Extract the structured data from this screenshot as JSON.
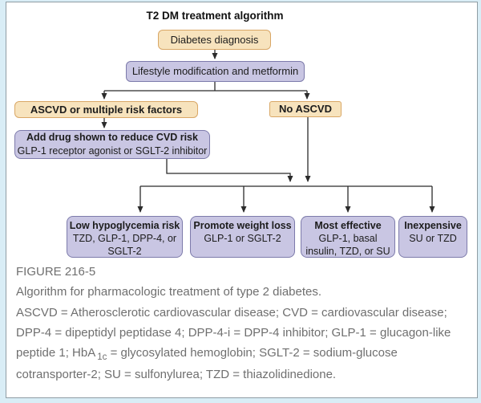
{
  "figure": {
    "title": "T2 DM treatment algorithm",
    "nodes": {
      "diagnosis": {
        "text": "Diabetes diagnosis"
      },
      "lifestyle": {
        "text": "Lifestyle modification and metformin"
      },
      "ascvd_branch": {
        "text": "ASCVD or multiple risk factors"
      },
      "no_ascvd_branch": {
        "text": "No ASCVD"
      },
      "add_drug": {
        "line1": "Add drug shown to reduce CVD risk",
        "line2": "GLP-1 receptor agonist or SGLT-2 inhibitor"
      },
      "low_hypoglycemia": {
        "title": "Low hypoglycemia risk",
        "line2": "TZD, GLP-1, DPP-4, or",
        "line3": "SGLT-2"
      },
      "weight_loss": {
        "title": "Promote weight loss",
        "line2": "GLP-1 or SGLT-2"
      },
      "most_effective": {
        "title": "Most effective",
        "line2": "GLP-1, basal",
        "line3": "insulin, TZD, or SU"
      },
      "inexpensive": {
        "title": "Inexpensive",
        "line2": "SU or TZD"
      }
    }
  },
  "caption": {
    "label": "FIGURE 216-5",
    "line2": "Algorithm for pharmacologic treatment of type 2 diabetes.",
    "line3": "ASCVD = Atherosclerotic cardiovascular disease; CVD = cardiovascular disease;",
    "line4": "DPP-4 = dipeptidyl peptidase 4; DPP-4-i = DPP-4 inhibitor; GLP-1 = glucagon-like",
    "line5_pre": "peptide 1; HbA",
    "line5_sub": "1c",
    "line5_post": " = glycosylated hemoglobin; SGLT-2 = sodium-glucose",
    "line6": "cotransporter-2; SU = sulfonylurea; TZD = thiazolidinedione."
  },
  "colors": {
    "decision_box_fill": "#f7e3bd",
    "decision_box_border": "#d9a766",
    "treatment_box_fill": "#c9c6e3",
    "treatment_box_border": "#7d7bab",
    "connector_line": "#2b2b2b",
    "caption_text": "#6f6f6f",
    "frame_background": "#d9edf6",
    "panel_border": "#8f9da4"
  }
}
